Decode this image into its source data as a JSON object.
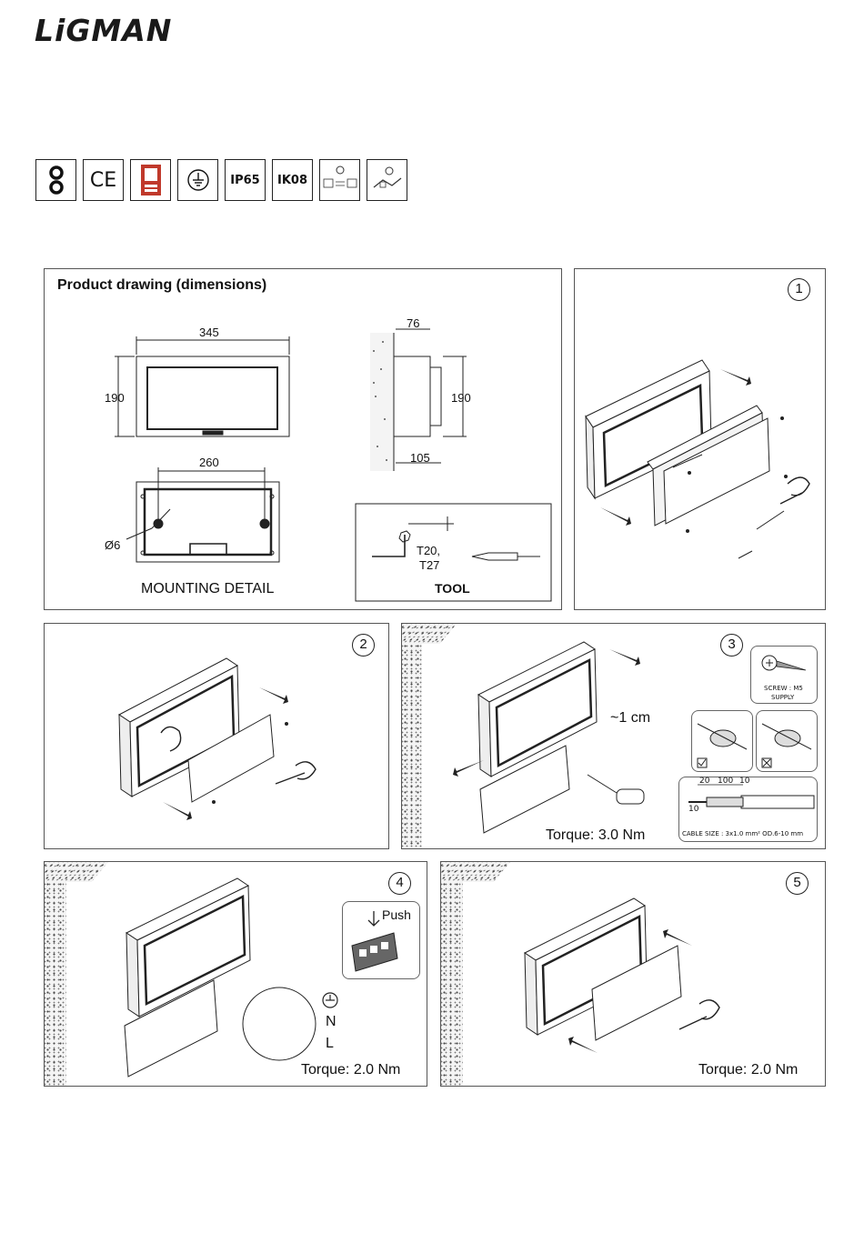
{
  "brand": {
    "logo_text": "LiGMAN"
  },
  "certifications": [
    {
      "icon": "safety-chain-icon",
      "label": ""
    },
    {
      "icon": "ce-mark-icon",
      "label": "CE"
    },
    {
      "icon": "quality-label-icon",
      "label": ""
    },
    {
      "icon": "earth-ground-icon",
      "label": ""
    },
    {
      "icon": "ip-rating-icon",
      "label": "IP65"
    },
    {
      "icon": "ik-rating-icon",
      "label": "IK08"
    },
    {
      "icon": "voltage-range-icon",
      "label": ""
    },
    {
      "icon": "emergency-wiring-icon",
      "label": ""
    }
  ],
  "product_drawing": {
    "title": "Product drawing (dimensions)",
    "front_width": "345",
    "front_height": "190",
    "side_depth_top": "76",
    "side_height": "190",
    "side_depth_bottom": "105",
    "mount_spacing": "260",
    "hole_diameter": "Ø6",
    "mounting_label": "MOUNTING DETAIL",
    "tool_sizes_1": "T20,",
    "tool_sizes_2": "T27",
    "tool_label": "TOOL"
  },
  "steps": [
    {
      "number": "1",
      "torque": ""
    },
    {
      "number": "2",
      "torque": ""
    },
    {
      "number": "3",
      "torque": "Torque: 3.0 Nm",
      "strip_length": "~1 cm",
      "screw_label_1": "SCREW : M5",
      "screw_label_2": "SUPPLY",
      "strip_dims": [
        "20",
        "100",
        "10",
        "10"
      ],
      "cable_size": "CABLE SIZE : 3x1.0 mm² OD.6-10 mm"
    },
    {
      "number": "4",
      "torque": "Torque: 2.0 Nm",
      "push_label": "Push",
      "terminals": [
        "N",
        "L"
      ]
    },
    {
      "number": "5",
      "torque": "Torque: 2.0 Nm"
    }
  ],
  "colors": {
    "line": "#222222",
    "wall": "#f4f4f4",
    "red_label": "#c0392b"
  }
}
